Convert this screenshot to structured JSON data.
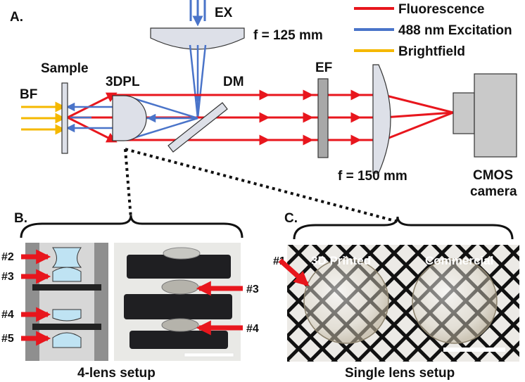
{
  "panels": {
    "a": "A.",
    "b": "B.",
    "c": "C."
  },
  "legend": {
    "fluorescence": "Fluorescence",
    "excitation": "488 nm Excitation",
    "brightfield": "Brightfield"
  },
  "labels": {
    "ex": "EX",
    "f125": "f = 125 mm",
    "sample": "Sample",
    "bf": "BF",
    "dpl": "3DPL",
    "dm": "DM",
    "ef": "EF",
    "f150": "f = 150 mm",
    "cmos_line1": "CMOS",
    "cmos_line2": "camera"
  },
  "panel_b": {
    "markers_left": [
      "#2",
      "#3",
      "#4",
      "#5"
    ],
    "markers_right": [
      "#3",
      "#4"
    ],
    "caption": "4-lens setup"
  },
  "panel_c": {
    "marker": "#1",
    "printed_label": "3D Printed",
    "commercial_label": "Commercial",
    "caption": "Single lens setup"
  },
  "colors": {
    "fluorescence": "#e8161d",
    "excitation": "#4a74c9",
    "brightfield": "#f5b800",
    "lens_fill": "#dde0e8",
    "filter_fill": "#a8a8a8",
    "camera_fill": "#c9c9c9",
    "lens_blue": "#bfe3f3"
  }
}
